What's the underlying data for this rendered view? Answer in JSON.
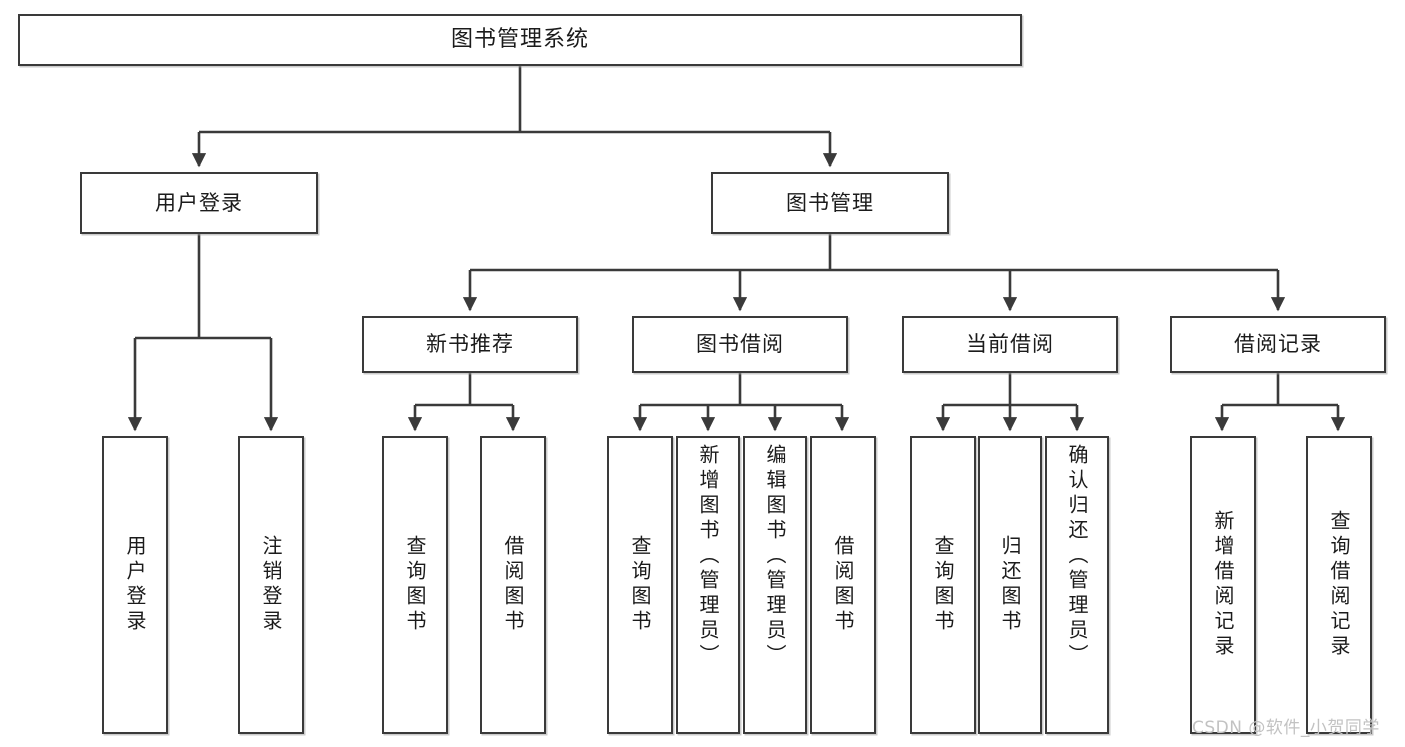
{
  "diagram": {
    "title": "图书管理系统",
    "watermark": "CSDN @软件_小贺同学",
    "stroke_color": "#3a3a3a",
    "text_color": "#1b1b1b",
    "background_color": "#ffffff",
    "watermark_color": "#c2c2c2"
  },
  "nodes": {
    "root": {
      "label": "图书管理系统"
    },
    "level1": [
      {
        "label": "用户登录"
      },
      {
        "label": "图书管理"
      }
    ],
    "level2": [
      {
        "label": "新书推荐"
      },
      {
        "label": "图书借阅"
      },
      {
        "label": "当前借阅"
      },
      {
        "label": "借阅记录"
      }
    ],
    "leaves": {
      "user_login": [
        {
          "label": "用户登录"
        },
        {
          "label": "注销登录"
        }
      ],
      "new_book_recommend": [
        {
          "label": "查询图书"
        },
        {
          "label": "借阅图书"
        }
      ],
      "book_borrow": [
        {
          "label": "查询图书"
        },
        {
          "label": "新增图书（管理员）"
        },
        {
          "label": "编辑图书（管理员）"
        },
        {
          "label": "借阅图书"
        }
      ],
      "current_borrow": [
        {
          "label": "查询图书"
        },
        {
          "label": "归还图书"
        },
        {
          "label": "确认归还（管理员）"
        }
      ],
      "borrow_record": [
        {
          "label": "新增借阅记录"
        },
        {
          "label": "查询借阅记录"
        }
      ]
    }
  }
}
